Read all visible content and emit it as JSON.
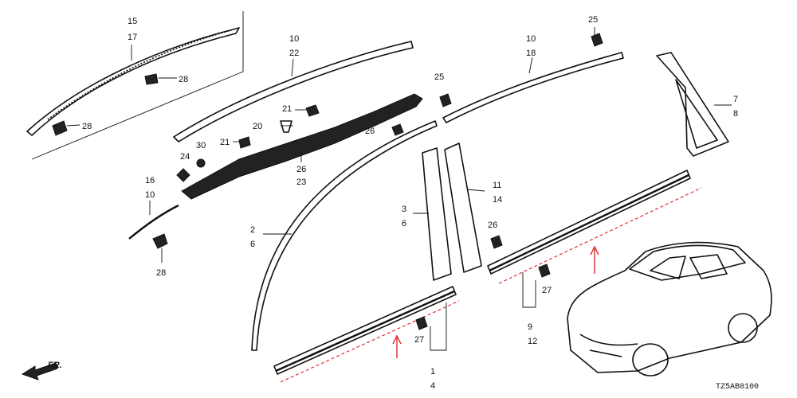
{
  "callouts": [
    {
      "id": "c1",
      "line1": "15",
      "line2": "17"
    },
    {
      "id": "c2",
      "line1": "28",
      "line2": ""
    },
    {
      "id": "c3",
      "line1": "28",
      "line2": ""
    },
    {
      "id": "c4",
      "line1": "10",
      "line2": "22"
    },
    {
      "id": "c5",
      "line1": "21",
      "line2": ""
    },
    {
      "id": "c6",
      "line1": "20",
      "line2": ""
    },
    {
      "id": "c7",
      "line1": "21",
      "line2": ""
    },
    {
      "id": "c8",
      "line1": "24",
      "line2": ""
    },
    {
      "id": "c9",
      "line1": "30",
      "line2": ""
    },
    {
      "id": "c10",
      "line1": "26",
      "line2": "23"
    },
    {
      "id": "c11",
      "line1": "16",
      "line2": "10"
    },
    {
      "id": "c12",
      "line1": "28",
      "line2": ""
    },
    {
      "id": "c13",
      "line1": "10",
      "line2": "18"
    },
    {
      "id": "c14",
      "line1": "25",
      "line2": ""
    },
    {
      "id": "c15",
      "line1": "25",
      "line2": ""
    },
    {
      "id": "c16",
      "line1": "26",
      "line2": ""
    },
    {
      "id": "c17",
      "line1": "7",
      "line2": "8"
    },
    {
      "id": "c18",
      "line1": "2",
      "line2": "6"
    },
    {
      "id": "c19",
      "line1": "3",
      "line2": "6"
    },
    {
      "id": "c20",
      "line1": "11",
      "line2": "14"
    },
    {
      "id": "c21",
      "line1": "26",
      "line2": ""
    },
    {
      "id": "c22",
      "line1": "27",
      "line2": ""
    },
    {
      "id": "c23",
      "line1": "9",
      "line2": "12"
    },
    {
      "id": "c24",
      "line1": "27",
      "line2": ""
    },
    {
      "id": "c25",
      "line1": "1",
      "line2": "4"
    }
  ],
  "fr_label": "FR.",
  "diagram_code": "TZ5AB0100"
}
